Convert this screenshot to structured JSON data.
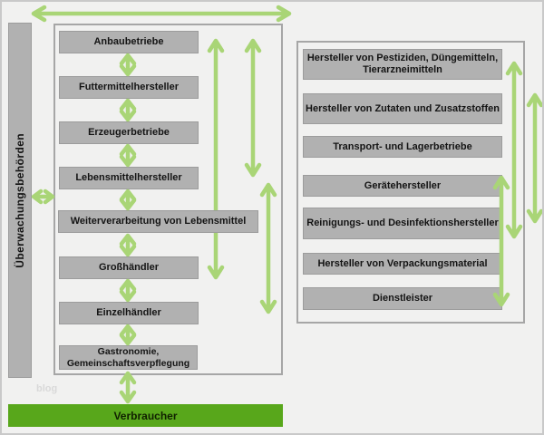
{
  "diagram": {
    "regulator": {
      "label": "Überwachungsbehörden"
    },
    "chain": {
      "items": [
        {
          "label": "Anbaubetriebe"
        },
        {
          "label": "Futtermittelhersteller"
        },
        {
          "label": "Erzeugerbetriebe"
        },
        {
          "label": "Lebensmittelhersteller"
        },
        {
          "label": "Weiterverarbeitung von Lebensmittel"
        },
        {
          "label": "Großhändler"
        },
        {
          "label": "Einzelhändler"
        },
        {
          "label": "Gastronomie, Gemeinschaftsverpflegung"
        }
      ]
    },
    "consumer": {
      "label": "Verbraucher"
    },
    "suppliers": {
      "items": [
        {
          "label": "Hersteller von Pestiziden, Düngemitteln, Tierarzneimitteln"
        },
        {
          "label": "Hersteller von Zutaten und Zusatzstoffen"
        },
        {
          "label": "Transport- und Lagerbetriebe"
        },
        {
          "label": "Gerätehersteller"
        },
        {
          "label": "Reinigungs- und Desinfektionshersteller"
        },
        {
          "label": "Hersteller von Verpackungsmaterial"
        },
        {
          "label": "Dienstleister"
        }
      ]
    },
    "watermark": "blog"
  },
  "colors": {
    "arrow-green": "#a9d576",
    "consumer-green": "#58a71b",
    "box-gray": "#b1b1b1",
    "frame-border": "#a6a6a6",
    "outer-border": "#c9c9c9",
    "page-bg": "#f1f1f0",
    "watermark-gray": "#d9d9d9",
    "text": "#141414"
  }
}
